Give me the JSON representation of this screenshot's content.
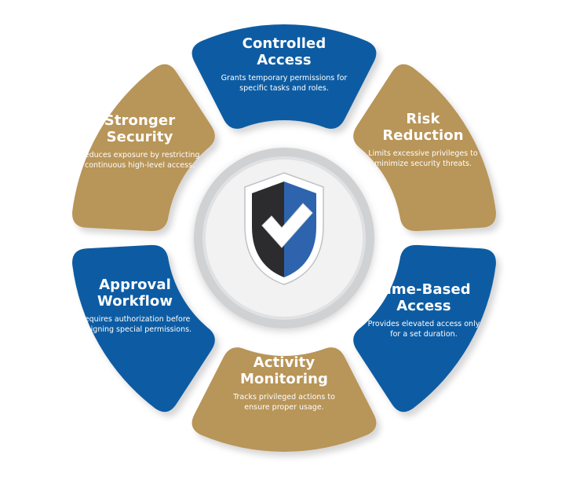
{
  "colors": {
    "blue": "#0c5ba3",
    "gold": "#b89558",
    "ring_outer": "#cfd1d3",
    "ring_inner": "#f2f2f2",
    "shield_dark": "#2c2c2e",
    "shield_blue": "#2d64ad",
    "check": "#ffffff"
  },
  "center": {
    "icon": "shield-check-icon"
  },
  "segments": [
    {
      "id": "controlled-access",
      "color": "blue",
      "title_lines": [
        "Controlled",
        "Access"
      ],
      "description_lines": [
        "Grants temporary permissions for",
        "specific tasks and roles."
      ]
    },
    {
      "id": "risk-reduction",
      "color": "gold",
      "title_lines": [
        "Risk",
        "Reduction"
      ],
      "description_lines": [
        "Limits excessive privileges to",
        "minimize security threats."
      ]
    },
    {
      "id": "time-based-access",
      "color": "blue",
      "title_lines": [
        "Time-Based",
        "Access"
      ],
      "description_lines": [
        "Provides elevated access only",
        "for a set duration."
      ]
    },
    {
      "id": "activity-monitoring",
      "color": "gold",
      "title_lines": [
        "Activity",
        "Monitoring"
      ],
      "description_lines": [
        "Tracks privileged actions to",
        "ensure proper usage."
      ]
    },
    {
      "id": "approval-workflow",
      "color": "blue",
      "title_lines": [
        "Approval",
        "Workflow"
      ],
      "description_lines": [
        "Requires authorization before",
        "assigning special permissions."
      ]
    },
    {
      "id": "stronger-security",
      "color": "gold",
      "title_lines": [
        "Stronger",
        "Security"
      ],
      "description_lines": [
        "Reduces exposure by restricting",
        "continuous high-level access."
      ]
    }
  ]
}
